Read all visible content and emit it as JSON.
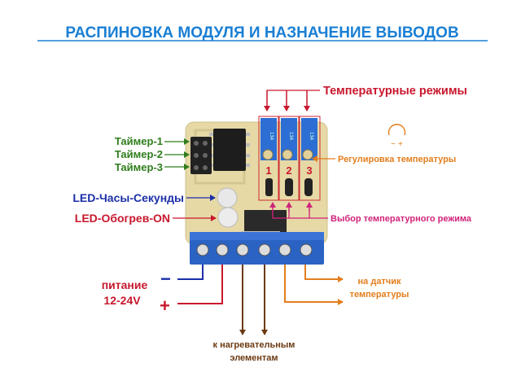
{
  "title": "РАСПИНОВКА МОДУЛЯ И НАЗНАЧЕНИЕ ВЫВОДОВ",
  "labels": {
    "temp_modes": "Температурные режимы",
    "timer1": "Таймер-1",
    "timer2": "Таймер-2",
    "timer3": "Таймер-3",
    "led_clock": "LED-Часы-Секунды",
    "led_heat": "LED-Обогрев-ON",
    "temp_adjust": "Регулировка температуры",
    "mode_select": "Выбор температурного режима",
    "power_line1": "питание",
    "power_line2": "12-24V",
    "minus": "−",
    "plus": "+",
    "sensor_line1": "на датчик",
    "sensor_line2": "температуры",
    "heaters_line1": "к нагревательным",
    "heaters_line2": "элементам",
    "pot_minus": "−",
    "pot_plus": "+",
    "mode_numbers": [
      "1",
      "2",
      "3"
    ],
    "pot_marking": "134"
  },
  "colors": {
    "title": "#1a7fd4",
    "red": "#c8182e",
    "green": "#2e7d1c",
    "blue": "#1c2fa8",
    "orange": "#e47d1c",
    "magenta": "#d0237a",
    "brown": "#6b3a12",
    "terminal": "#2a63c4",
    "pcb": "#e6d9a6"
  }
}
